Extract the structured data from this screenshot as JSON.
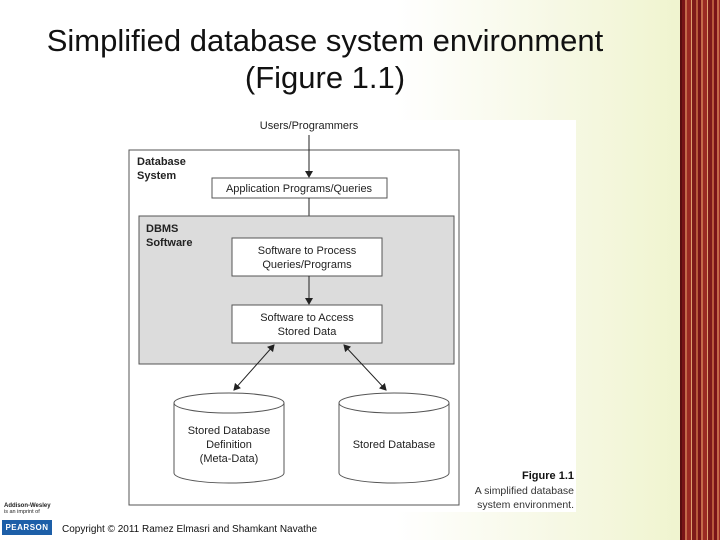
{
  "slide": {
    "title_line1": "Simplified database system environment",
    "title_line2": "(Figure 1.1)",
    "copyright": "Copyright © 2011 Ramez Elmasri and Shamkant Navathe",
    "logo_addison_line1": "Addison-Wesley",
    "logo_addison_line2": "is an imprint of",
    "logo_pearson": "PEARSON"
  },
  "diagram": {
    "users": "Users/Programmers",
    "db_system_line1": "Database",
    "db_system_line2": "System",
    "app_programs": "Application Programs/Queries",
    "dbms_line1": "DBMS",
    "dbms_line2": "Software",
    "process_line1": "Software to Process",
    "process_line2": "Queries/Programs",
    "access_line1": "Software to Access",
    "access_line2": "Stored Data",
    "meta_line1": "Stored Database",
    "meta_line2": "Definition",
    "meta_line3": "(Meta-Data)",
    "stored_db": "Stored Database",
    "caption_number": "Figure 1.1",
    "caption_line1": "A simplified database",
    "caption_line2": "system environment."
  },
  "colors": {
    "accent_stripe": "#7a1418",
    "dbms_box_fill": "#dcdcdc",
    "pearson_blue": "#1d5fa8"
  }
}
